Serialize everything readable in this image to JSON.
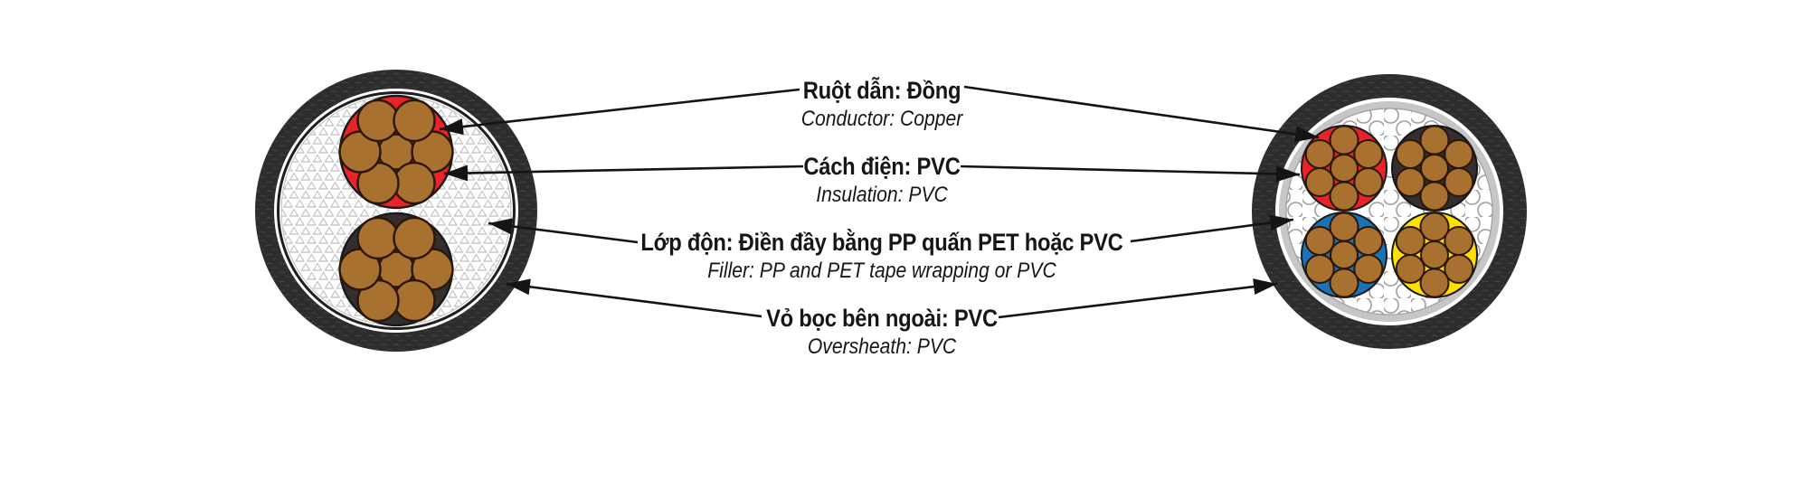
{
  "diagram": {
    "type": "cable-cross-section",
    "labels": [
      {
        "id": "conductor",
        "vi": "Ruột dẫn: Đồng",
        "en": "Conductor: Copper"
      },
      {
        "id": "insulation",
        "vi": "Cách điện: PVC",
        "en": "Insulation: PVC"
      },
      {
        "id": "filler",
        "vi": "Lớp độn: Điền đầy bằng PP quấn PET hoặc PVC",
        "en": "Filler: PP and PET tape wrapping or PVC"
      },
      {
        "id": "oversheath",
        "vi": "Vỏ bọc bên ngoài: PVC",
        "en": "Oversheath: PVC"
      }
    ],
    "cables": [
      {
        "id": "left-cable",
        "cores": 2,
        "core_colors": [
          "red",
          "black"
        ],
        "strands_per_core": 7
      },
      {
        "id": "right-cable",
        "cores": 4,
        "core_colors": [
          "red",
          "black",
          "blue",
          "yellow"
        ],
        "strands_per_core": 7
      }
    ],
    "colors": {
      "copper": "#a9712f",
      "strand_outline": "#2b1708",
      "insulation_red": "#e8232a",
      "insulation_black": "#332e2f",
      "insulation_blue": "#1a72b8",
      "insulation_yellow": "#ffe100",
      "sheath": "#2d2d2d",
      "tape_gray": "#c6c6c6",
      "leader_line": "#141414"
    }
  }
}
